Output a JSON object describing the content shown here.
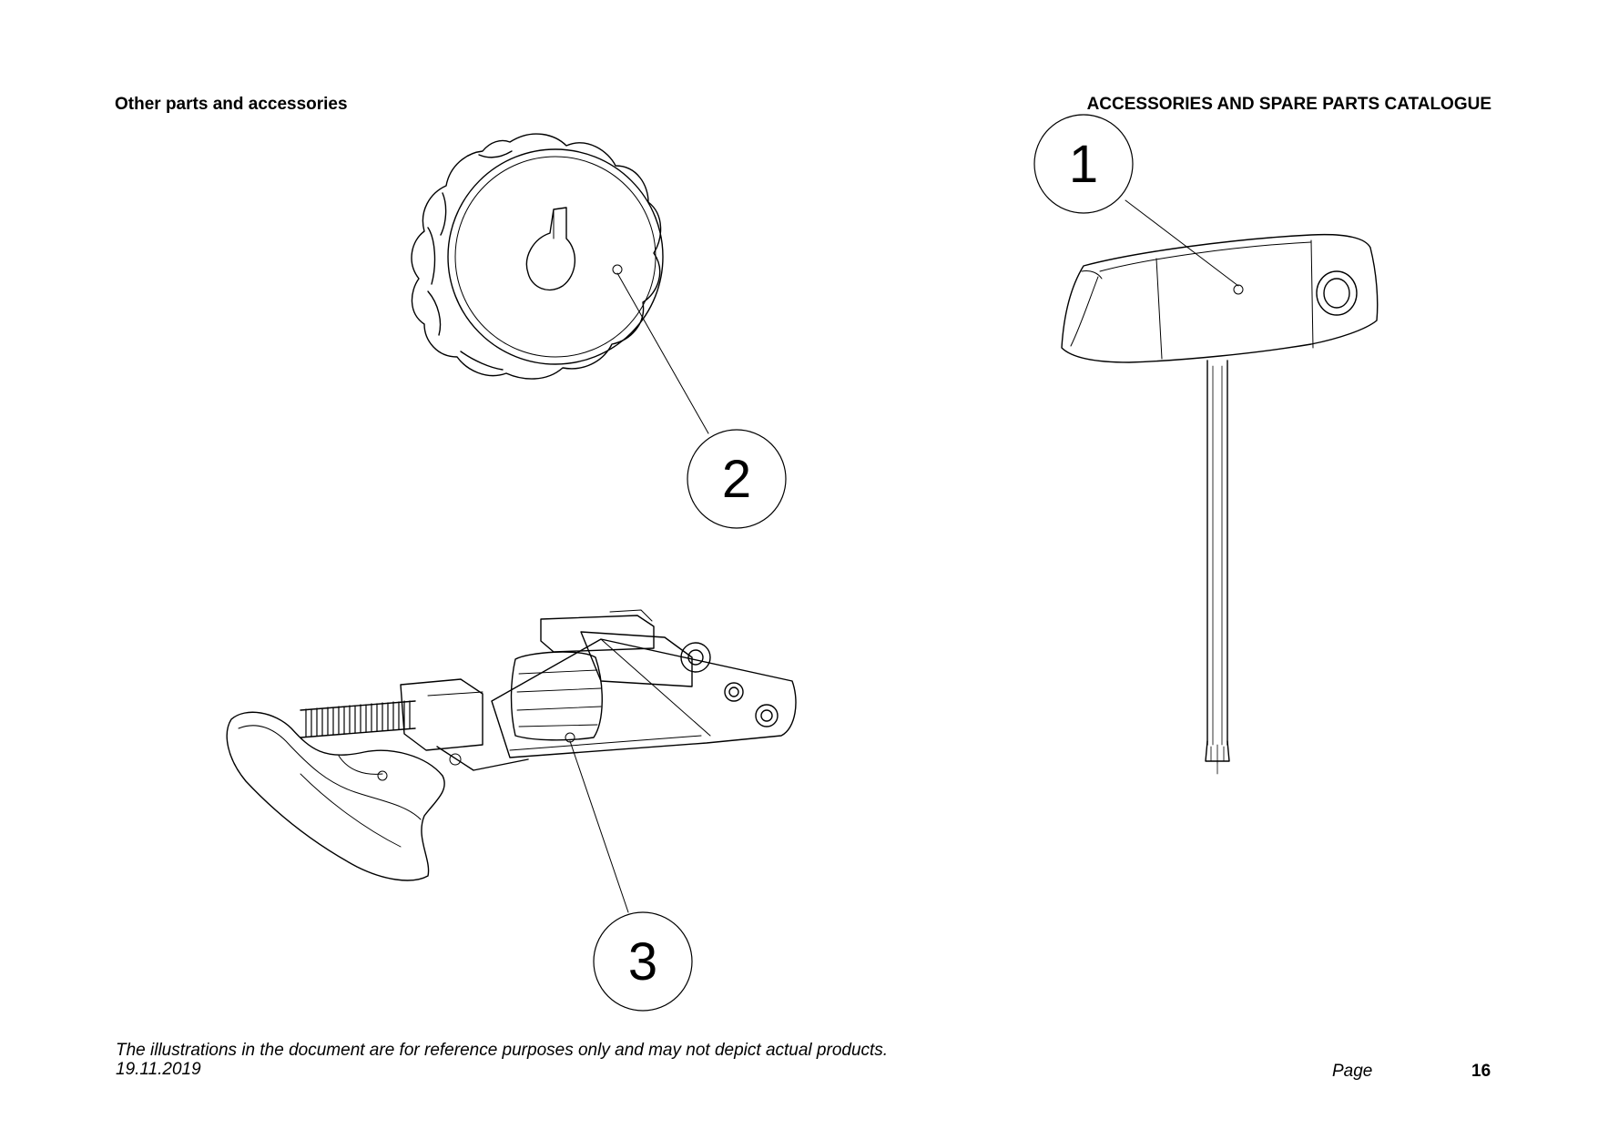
{
  "header": {
    "section": "Other parts and accessories",
    "catalogue": "ACCESSORIES AND SPARE PARTS CATALOGUE"
  },
  "callouts": [
    "1",
    "2",
    "3"
  ],
  "footer": {
    "disclaimer": "The illustrations in the document are for reference purposes only and may not depict actual products.",
    "date": "19.11.2019",
    "page_label": "Page",
    "page_number": "16"
  }
}
